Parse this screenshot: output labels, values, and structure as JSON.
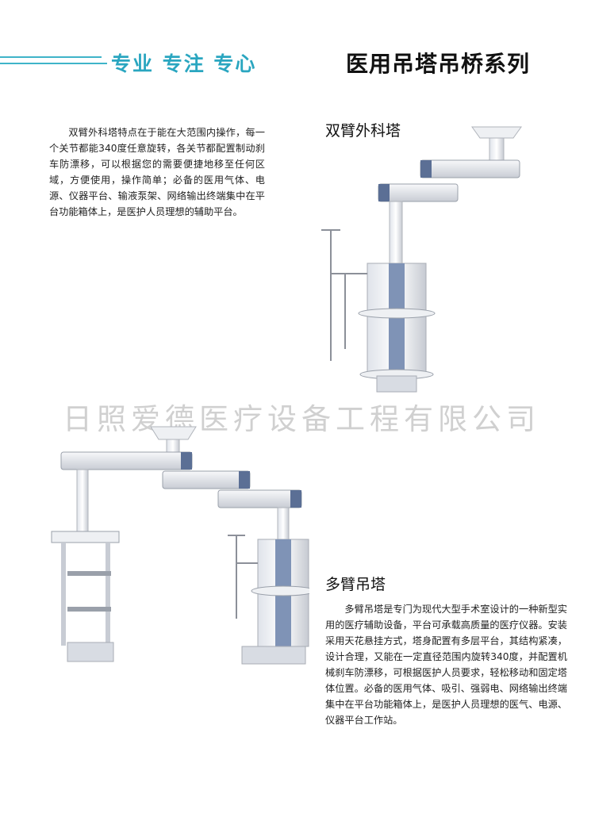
{
  "header": {
    "slogan": "专业 专注 专心",
    "series_title": "医用吊塔吊桥系列",
    "accent_color": "#2aa6c0"
  },
  "double_arm": {
    "title": "双臂外科塔",
    "description": "双臂外科塔特点在于能在大范围内操作，每一个关节都能340度任意旋转，各关节都配置制动刹车防漂移，可以根据您的需要便捷地移至任何区域，方便使用，操作简单；必备的医用气体、电源、仪器平台、输液泵架、网络输出终端集中在平台功能箱体上，是医护人员理想的辅助平台。"
  },
  "watermark": "日照爱德医疗设备工程有限公司",
  "multi_arm": {
    "title": "多臂吊塔",
    "description": "多臂吊塔是专门为现代大型手术室设计的一种新型实用的医疗辅助设备，平台可承载高质量的医疗仪器。安装采用天花悬挂方式，塔身配置有多层平台，其结构紧凑，设计合理，又能在一定直径范围内旋转340度，并配置机械刹车防漂移，可根据医护人员要求，轻松移动和固定塔体位置。必备的医用气体、吸引、强弱电、网络输出终端集中在平台功能箱体上，是医护人员理想的医气、电源、仪器平台工作站。"
  }
}
